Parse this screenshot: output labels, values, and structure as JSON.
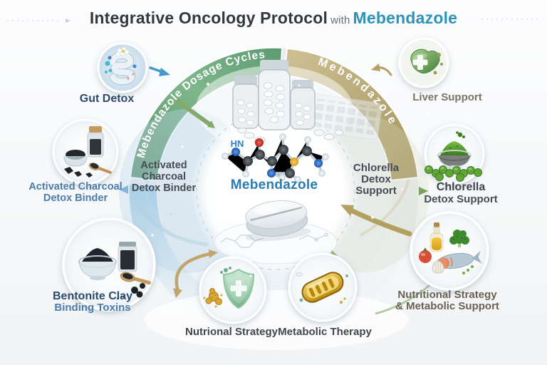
{
  "title": {
    "main": "Integrative Oncology Protocol",
    "connector": "with",
    "highlight": "Mebendazole"
  },
  "ring": {
    "top_left_arc": "Mebendazole Dosage Cycles",
    "top_right_arc": "Mebendazole"
  },
  "center": {
    "hn_label": "HN",
    "drug_name": "Mebendazole"
  },
  "inner_text": {
    "left": [
      "Activated",
      "Charcoal",
      "Detox Binder"
    ],
    "right": [
      "Chlorella",
      "Detox",
      "Support"
    ]
  },
  "satellites": {
    "gut": {
      "label": "Gut Detox"
    },
    "liver": {
      "label": "Liver Support"
    },
    "charcoal": {
      "line1": "Activated Charcoal",
      "line2": "Detox Binder"
    },
    "chlorella": {
      "line1": "Chlorella",
      "line2": "Detox Support"
    },
    "bentonite": {
      "line1": "Bentonite Clay",
      "line2": "Binding Toxins"
    },
    "nutrition": {
      "line1": "Nutritional Strategy",
      "line2": "& Metabolic Support"
    }
  },
  "bottom_labels": {
    "nutritional": "Nutrional Strategy",
    "metabolic": "Metabolic Therapy"
  },
  "colors": {
    "accent_teal": "#2d93b8",
    "arc_green": "#55956a",
    "arc_gold": "#b3a263",
    "arc_blue": "#9ccbe2",
    "label_blue": "#4c7cab",
    "label_navy": "#2b4a70",
    "molecule_blue": "#2b7cb0"
  }
}
